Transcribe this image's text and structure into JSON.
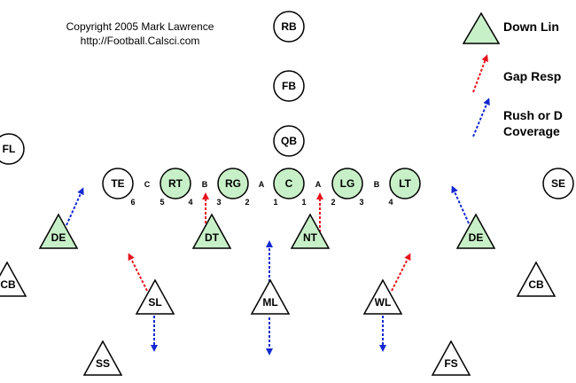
{
  "copyright": {
    "line1": "Copyright 2005 Mark Lawrence",
    "line2": "http://Football.Calsci.com"
  },
  "legend": {
    "down_lineman": "Down Lin",
    "gap_responsibility": "Gap Resp",
    "rush_coverage_line1": "Rush or D",
    "rush_coverage_line2": "Coverage"
  },
  "offense": {
    "backs": [
      "RB",
      "FB",
      "QB"
    ],
    "wide": [
      "FL",
      "SE"
    ],
    "line": [
      "TE",
      "RT",
      "RG",
      "C",
      "LG",
      "LT"
    ]
  },
  "defense": {
    "linemen": [
      "DE",
      "DT",
      "NT",
      "DE"
    ],
    "linebackers": [
      "SL",
      "ML",
      "WL"
    ],
    "backs": [
      "CB",
      "CB",
      "SS",
      "FS"
    ]
  },
  "gaps": [
    "C",
    "B",
    "A",
    "A",
    "B"
  ],
  "techniques": [
    "6",
    "5",
    "4",
    "3",
    "2",
    "1",
    "1",
    "2",
    "3",
    "4"
  ],
  "colors": {
    "lineman_fill": "#c8f0c8",
    "gap_arrow": "#e8141e",
    "rush_arrow": "#1428d2",
    "outline": "#000000",
    "background": "#ffffff"
  }
}
